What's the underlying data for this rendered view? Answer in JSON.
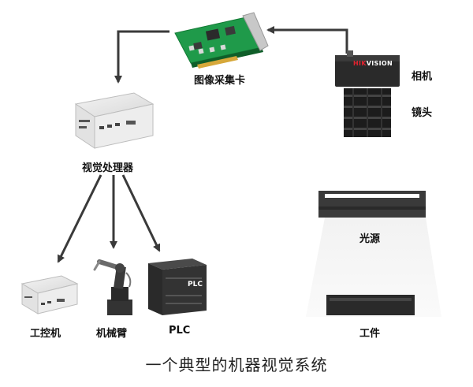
{
  "labels": {
    "capture_card": "图像采集卡",
    "camera": "相机",
    "lens": "镜头",
    "vision_processor": "视觉处理器",
    "light_source": "光源",
    "industrial_pc": "工控机",
    "robot_arm": "机械臂",
    "plc": "PLC",
    "workpiece": "工件"
  },
  "device_text": {
    "camera_brand_prefix": "HIK",
    "camera_brand_suffix": "VISION",
    "plc_badge": "PLC"
  },
  "caption": "一个典型的机器视觉系统",
  "colors": {
    "arrow": "#3a3a3a",
    "pcb_green": "#1f9a4a",
    "camera_body": "#2a2a2a",
    "brand_red": "#e0232f"
  }
}
